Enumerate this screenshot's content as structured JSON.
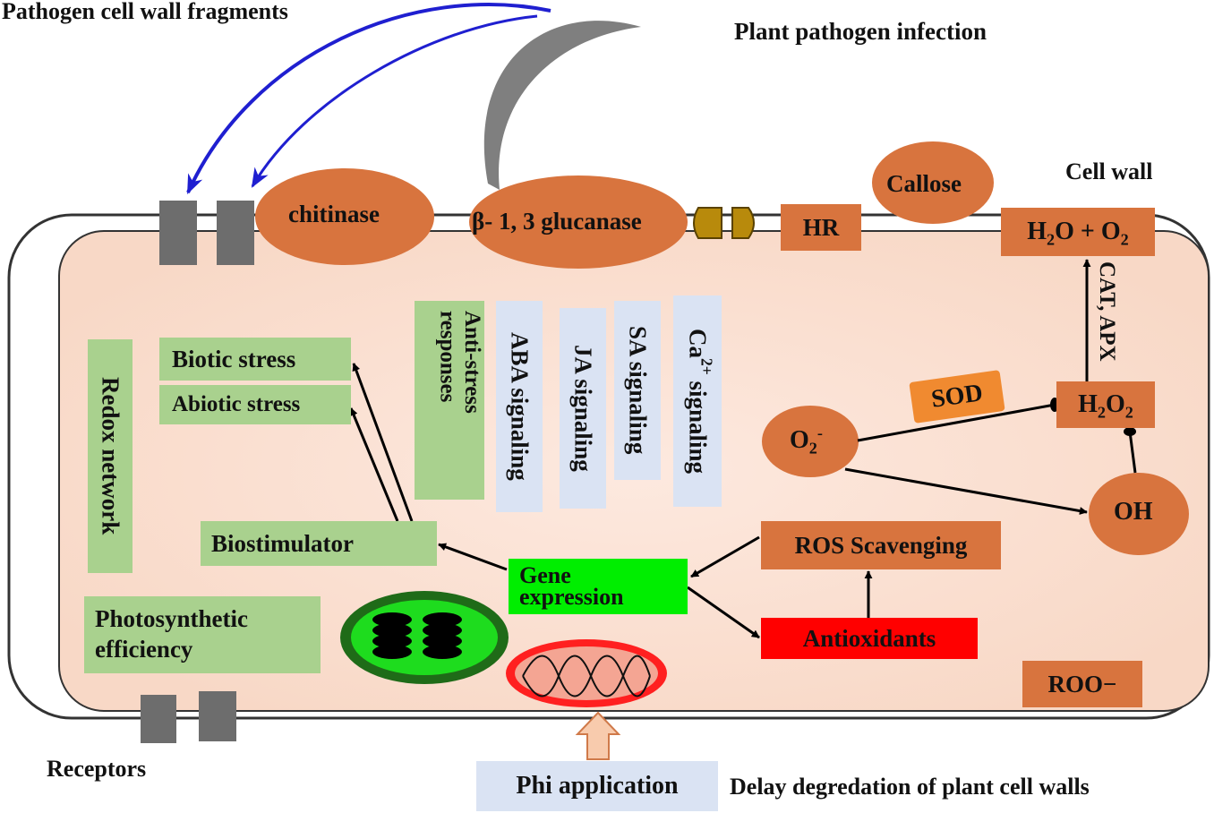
{
  "title_pathogen": "Plant pathogen infection",
  "label_fragments": "Pathogen cell wall fragments",
  "label_cell_wall": "Cell wall",
  "label_receptors": "Receptors",
  "label_delay": "Delay degredation of plant cell walls",
  "enzymes": {
    "chitinase": "chitinase",
    "glucanase": "β- 1, 3 glucanase",
    "hr": "HR",
    "callose": "Callose"
  },
  "ros": {
    "h2o_o2": {
      "a": "H",
      "a_sub": "2",
      "b": "O + O",
      "b_sub": "2"
    },
    "h2o2": {
      "a": "H",
      "a_sub": "2",
      "b": "O",
      "b_sub": "2"
    },
    "o2": {
      "a": "O",
      "a_sub": "2",
      "a_sup": "-"
    },
    "oh": "OH",
    "sod": "SOD",
    "cat_apx": "CAT, APX",
    "roo": "ROO−",
    "scavenging": "ROS Scavenging",
    "antioxidants": "Antioxidants"
  },
  "signaling": {
    "anti_stress": "Anti-stress responses",
    "aba": "ABA signaling",
    "ja": "JA signaling",
    "sa": "SA signaling",
    "ca_a": "Ca",
    "ca_sup": "2+",
    "ca_b": " signaling"
  },
  "stress": {
    "redox": "Redox network",
    "biotic": "Biotic stress",
    "abiotic": "Abiotic stress",
    "biostimulator": "Biostimulator",
    "photosynthetic": "Photosynthetic efficiency",
    "gene_expression": "Gene expression"
  },
  "phi": "Phi application",
  "colors": {
    "orange": "#d8743e",
    "green_box": "#a9d18e",
    "blue_box": "#dae3f3",
    "cell_fill": "#fbe3d6",
    "red": "#ff0000",
    "bright_green": "#00ee00",
    "receptor_gray": "#6d6d6d",
    "arrow_blue": "#1f1fd0"
  }
}
